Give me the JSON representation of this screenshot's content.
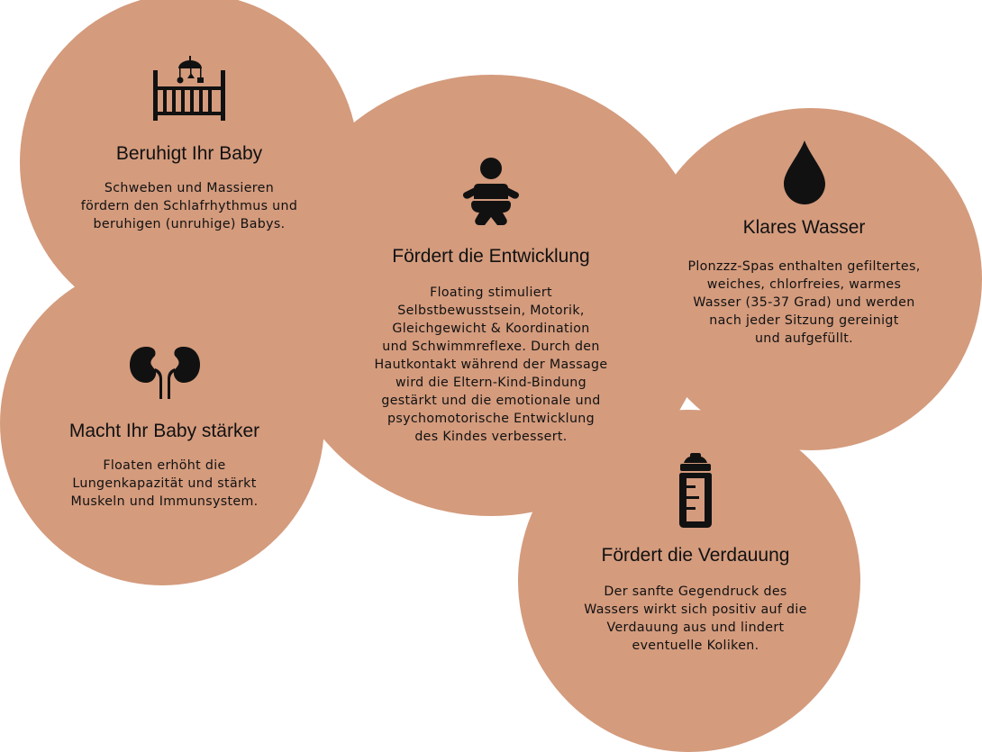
{
  "colors": {
    "circle_fill": "#d49b7d",
    "text": "#111111"
  },
  "blocks": {
    "calm": {
      "icon": "crib-icon",
      "title": "Beruhigt Ihr Baby",
      "text": "Schweben und Massieren\nfördern den Schlafrhythmus und\nberuhigen (unruhige) Babys."
    },
    "development": {
      "icon": "baby-icon",
      "title": "Fördert die Entwicklung",
      "text": "Floating stimuliert\nSelbstbewusstsein, Motorik,\nGleichgewicht & Koordination\nund Schwimmreflexe. Durch den\nHautkontakt während der Massage\nwird die Eltern-Kind-Bindung\ngestärkt und die emotionale und\npsychomotorische Entwicklung\ndes Kindes verbessert."
    },
    "water": {
      "icon": "water-drop-icon",
      "title": "Klares Wasser",
      "text": "Plonzzz-Spas enthalten gefiltertes,\nweiches, chlorfreies, warmes\nWasser (35-37 Grad) und werden\nnach jeder Sitzung gereinigt\nund aufgefüllt."
    },
    "strength": {
      "icon": "kidneys-icon",
      "title": "Macht Ihr Baby stärker",
      "text": "Floaten erhöht die\nLungenkapazität und stärkt\nMuskeln und Immunsystem."
    },
    "digestion": {
      "icon": "baby-bottle-icon",
      "title": "Fördert die Verdauung",
      "text": "Der sanfte Gegendruck des\nWassers wirkt sich positiv auf die\nVerdauung aus und lindert\neventuelle Koliken."
    }
  }
}
